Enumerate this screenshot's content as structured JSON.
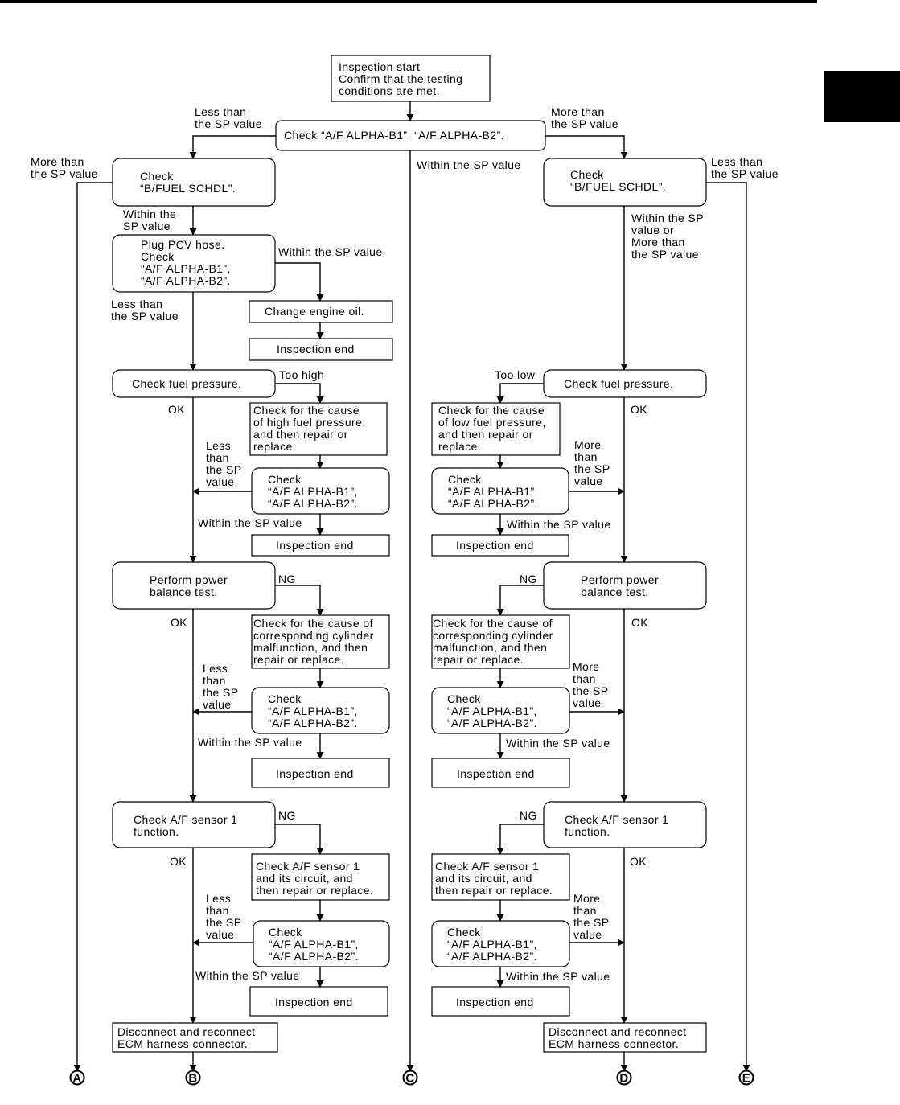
{
  "boxes": {
    "start": [
      "Inspection start",
      "Confirm that the testing",
      "conditions are met."
    ],
    "check_af_top": [
      "Check “A/F ALPHA-B1”, “A/F ALPHA-B2”."
    ],
    "fuel_schdl_left": [
      "Check",
      "“B/FUEL SCHDL”."
    ],
    "fuel_schdl_right": [
      "Check",
      "“B/FUEL SCHDL”."
    ],
    "pcv": [
      "Plug PCV hose.",
      "Check",
      "“A/F ALPHA-B1”,",
      "“A/F ALPHA-B2”."
    ],
    "change_oil": [
      "Change engine oil."
    ],
    "end1": [
      "Inspection end"
    ],
    "fuel_pressure_left": [
      "Check fuel pressure."
    ],
    "fuel_pressure_right": [
      "Check fuel pressure."
    ],
    "high_fuel": [
      "Check for the cause",
      "of high fuel pressure,",
      "and then repair or",
      "replace."
    ],
    "low_fuel": [
      "Check for the cause",
      "of low fuel pressure,",
      "and then repair or",
      "replace."
    ],
    "alpha_l1": [
      "Check",
      "“A/F ALPHA-B1”,",
      "“A/F ALPHA-B2”."
    ],
    "alpha_r1": [
      "Check",
      "“A/F ALPHA-B1”,",
      "“A/F ALPHA-B2”."
    ],
    "end_l1": [
      "Inspection end"
    ],
    "end_r1": [
      "Inspection end"
    ],
    "power_left": [
      "Perform power",
      "balance test."
    ],
    "power_right": [
      "Perform power",
      "balance test."
    ],
    "cyl_left": [
      "Check for the cause of",
      "corresponding cylinder",
      "malfunction, and then",
      "repair or replace."
    ],
    "cyl_right": [
      "Check for the cause of",
      "corresponding cylinder",
      "malfunction, and then",
      "repair or replace."
    ],
    "alpha_l2": [
      "Check",
      "“A/F ALPHA-B1”,",
      "“A/F ALPHA-B2”."
    ],
    "alpha_r2": [
      "Check",
      "“A/F ALPHA-B1”,",
      "“A/F ALPHA-B2”."
    ],
    "end_l2": [
      "Inspection end"
    ],
    "end_r2": [
      "Inspection end"
    ],
    "sensor_left": [
      "Check A/F sensor 1",
      "function."
    ],
    "sensor_right": [
      "Check A/F sensor 1",
      "function."
    ],
    "sensor_circ_left": [
      "Check A/F sensor 1",
      "and its circuit, and",
      "then repair or replace."
    ],
    "sensor_circ_right": [
      "Check A/F sensor 1",
      "and its circuit, and",
      "then repair or replace."
    ],
    "alpha_l3": [
      "Check",
      "“A/F ALPHA-B1”,",
      "“A/F ALPHA-B2”."
    ],
    "alpha_r3": [
      "Check",
      "“A/F ALPHA-B1”,",
      "“A/F ALPHA-B2”."
    ],
    "end_l3": [
      "Inspection end"
    ],
    "end_r3": [
      "Inspection end"
    ],
    "ecm_left": [
      "Disconnect and reconnect",
      "ECM harness connector."
    ],
    "ecm_right": [
      "Disconnect and reconnect",
      "ECM harness connector."
    ]
  },
  "labels": {
    "top_less": [
      "Less than",
      "the SP value"
    ],
    "top_more": [
      "More than",
      "the SP value"
    ],
    "top_within": [
      "Within the SP value"
    ],
    "left_more": [
      "More than",
      "the SP value"
    ],
    "right_less": [
      "Less than",
      "the SP value"
    ],
    "left_within_sp": [
      "Within the",
      "SP value"
    ],
    "right_within_more": [
      "Within the SP",
      "value or",
      "More than",
      "the SP value"
    ],
    "pcv_within": [
      "Within the SP value"
    ],
    "pcv_less": [
      "Less than",
      "the SP value"
    ],
    "too_high": [
      "Too high"
    ],
    "too_low": [
      "Too low"
    ],
    "ok_l1": [
      "OK"
    ],
    "ok_r1": [
      "OK"
    ],
    "less_l1": [
      "Less",
      "than",
      "the SP",
      "value"
    ],
    "more_r1": [
      "More",
      "than",
      "the SP",
      "value"
    ],
    "within_l1": [
      "Within the SP value"
    ],
    "within_r1": [
      "Within the SP value"
    ],
    "ng_l2": [
      "NG"
    ],
    "ng_r2": [
      "NG"
    ],
    "ok_l2": [
      "OK"
    ],
    "ok_r2": [
      "OK"
    ],
    "less_l2": [
      "Less",
      "than",
      "the SP",
      "value"
    ],
    "more_r2": [
      "More",
      "than",
      "the SP",
      "value"
    ],
    "within_l2": [
      "Within the SP value"
    ],
    "within_r2": [
      "Within the SP value"
    ],
    "ng_l3": [
      "NG"
    ],
    "ng_r3": [
      "NG"
    ],
    "ok_l3": [
      "OK"
    ],
    "ok_r3": [
      "OK"
    ],
    "less_l3": [
      "Less",
      "than",
      "the SP",
      "value"
    ],
    "more_r3": [
      "More",
      "than",
      "the SP",
      "value"
    ],
    "within_l3": [
      "Within the SP value"
    ],
    "within_r3": [
      "Within the SP value"
    ]
  },
  "connectors": {
    "A": "A",
    "B": "B",
    "C": "C",
    "D": "D",
    "E": "E"
  }
}
